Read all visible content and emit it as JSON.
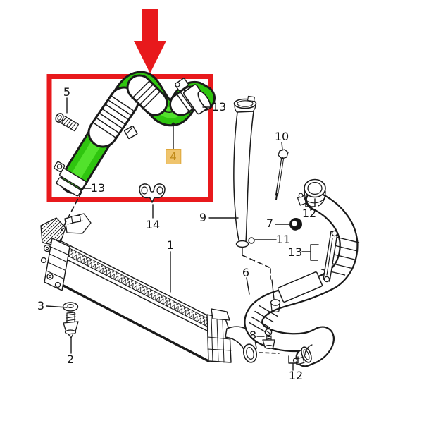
{
  "diagram": {
    "type": "exploded-parts-diagram",
    "subject": "intercooler and charge-air hose assembly",
    "highlight": {
      "arrow_color": "#e8191c",
      "box_color": "#e8191c",
      "hose_color": "#35cc12",
      "label_bg": "#efc46d",
      "label_border": "#dfa73b",
      "label_text": "#c08a19"
    },
    "parts": {
      "part1": "1",
      "part2": "2",
      "part3": "3",
      "part4": "4",
      "part5": "5",
      "part6": "6",
      "part7": "7",
      "part8": "8",
      "part9": "9",
      "part10": "10",
      "part11": "11",
      "part12": "12",
      "part13": "13",
      "part14": "14"
    }
  }
}
